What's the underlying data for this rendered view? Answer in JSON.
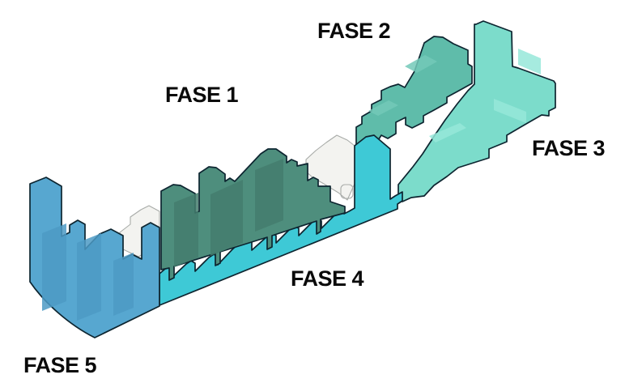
{
  "diagram": {
    "description": "Axonometric site massing diagram showing five construction phases",
    "background_color": "#FFFFFF",
    "outline_color": "#0D2530",
    "unphased_shape_color": "#F3F3F0",
    "unphased_outline_color": "#A8ABA8",
    "label_color": "#0A0A0A",
    "phases": [
      {
        "id": "fase-1",
        "label": "FASE 1",
        "color": "#4E8E7D",
        "inner_shade": "#447D6D"
      },
      {
        "id": "fase-2",
        "label": "FASE 2",
        "color": "#5FBCAA",
        "inner_shade": "#73C9B8"
      },
      {
        "id": "fase-3",
        "label": "FASE 3",
        "color": "#7CDCCB",
        "inner_shade": "#97E7D9"
      },
      {
        "id": "fase-4",
        "label": "FASE 4",
        "color": "#3EC9D6",
        "inner_shade": "#7ADFE5"
      },
      {
        "id": "fase-5",
        "label": "FASE 5",
        "color": "#57A7D0",
        "inner_shade": "#4C9AC4"
      }
    ]
  }
}
